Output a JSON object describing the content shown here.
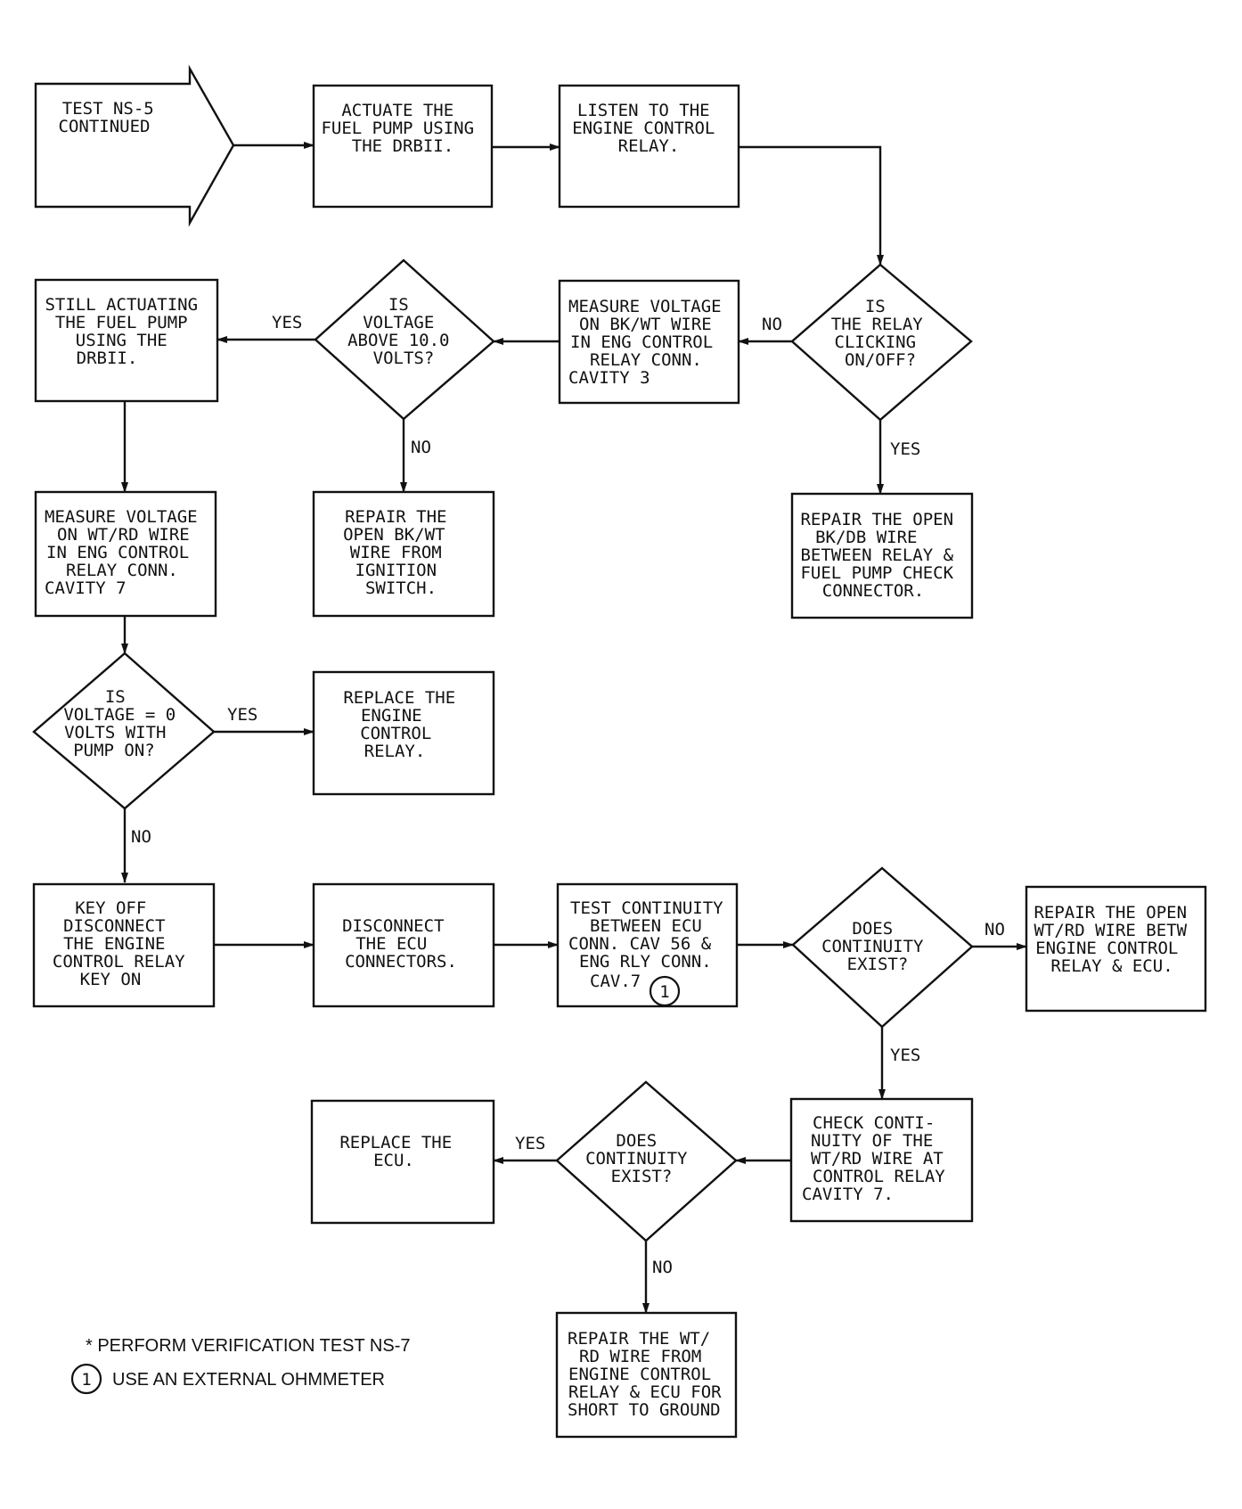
{
  "nodes": {
    "start": [
      "TEST NS-5",
      "CONTINUED"
    ],
    "actuate": [
      "ACTUATE THE",
      "FUEL PUMP USING",
      "THE DRBII."
    ],
    "listen": [
      "LISTEN TO THE",
      "ENGINE CONTROL",
      "RELAY."
    ],
    "relay_q": [
      "IS",
      "THE RELAY",
      "CLICKING",
      "ON/OFF?"
    ],
    "measure_bkwt": [
      "MEASURE VOLTAGE",
      "ON BK/WT WIRE",
      "IN ENG CONTROL",
      "RELAY CONN.",
      "CAVITY 3"
    ],
    "volt_q": [
      "IS",
      "VOLTAGE",
      "ABOVE 10.0",
      "VOLTS?"
    ],
    "still": [
      "STILL ACTUATING",
      "THE FUEL PUMP",
      "USING THE",
      "DRBII."
    ],
    "repair_bkwt": [
      "REPAIR THE",
      "OPEN BK/WT",
      "WIRE FROM",
      "IGNITION",
      "SWITCH."
    ],
    "repair_bkdb": [
      "REPAIR THE OPEN",
      "BK/DB WIRE",
      "BETWEEN RELAY &",
      "FUEL PUMP CHECK",
      "CONNECTOR."
    ],
    "measure_wtrd": [
      "MEASURE VOLTAGE",
      "ON WT/RD WIRE",
      "IN ENG CONTROL",
      "RELAY CONN.",
      "CAVITY 7"
    ],
    "zero_q": [
      "IS",
      "VOLTAGE = 0",
      "VOLTS WITH",
      "PUMP ON?"
    ],
    "replace_relay": [
      "REPLACE THE",
      "ENGINE",
      "CONTROL",
      "RELAY."
    ],
    "key_off": [
      "KEY OFF",
      "DISCONNECT",
      "THE ENGINE",
      "CONTROL RELAY",
      "KEY ON"
    ],
    "disc_ecu": [
      "DISCONNECT",
      "THE ECU",
      "CONNECTORS."
    ],
    "test_cont": [
      "TEST CONTINUITY",
      "BETWEEN ECU",
      "CONN. CAV 56 &",
      "ENG RLY CONN.",
      "CAV.7"
    ],
    "cont_q1": [
      "DOES",
      "CONTINUITY",
      "EXIST?"
    ],
    "repair_wtrd_betw": [
      "REPAIR THE OPEN",
      "WT/RD WIRE BETW",
      "ENGINE CONTROL",
      "RELAY & ECU."
    ],
    "check_cont": [
      "CHECK CONTI-",
      "NUITY OF THE",
      "WT/RD WIRE AT",
      "CONTROL RELAY",
      "CAVITY 7."
    ],
    "cont_q2": [
      "DOES",
      "CONTINUITY",
      "EXIST?"
    ],
    "replace_ecu": [
      "REPLACE THE",
      "ECU."
    ],
    "repair_short": [
      "REPAIR THE WT/",
      "RD WIRE FROM",
      "ENGINE CONTROL",
      "RELAY & ECU FOR",
      "SHORT TO GROUND"
    ]
  },
  "edges": {
    "relay_q_no": "NO",
    "relay_q_yes": "YES",
    "volt_q_yes": "YES",
    "volt_q_no": "NO",
    "zero_q_yes": "YES",
    "zero_q_no": "NO",
    "cont_q1_no": "NO",
    "cont_q1_yes": "YES",
    "cont_q2_yes": "YES",
    "cont_q2_no": "NO"
  },
  "callout_number": "1",
  "notes": {
    "verification": "* PERFORM VERIFICATION TEST NS-7",
    "ohmmeter": "USE AN EXTERNAL OHMMETER"
  }
}
